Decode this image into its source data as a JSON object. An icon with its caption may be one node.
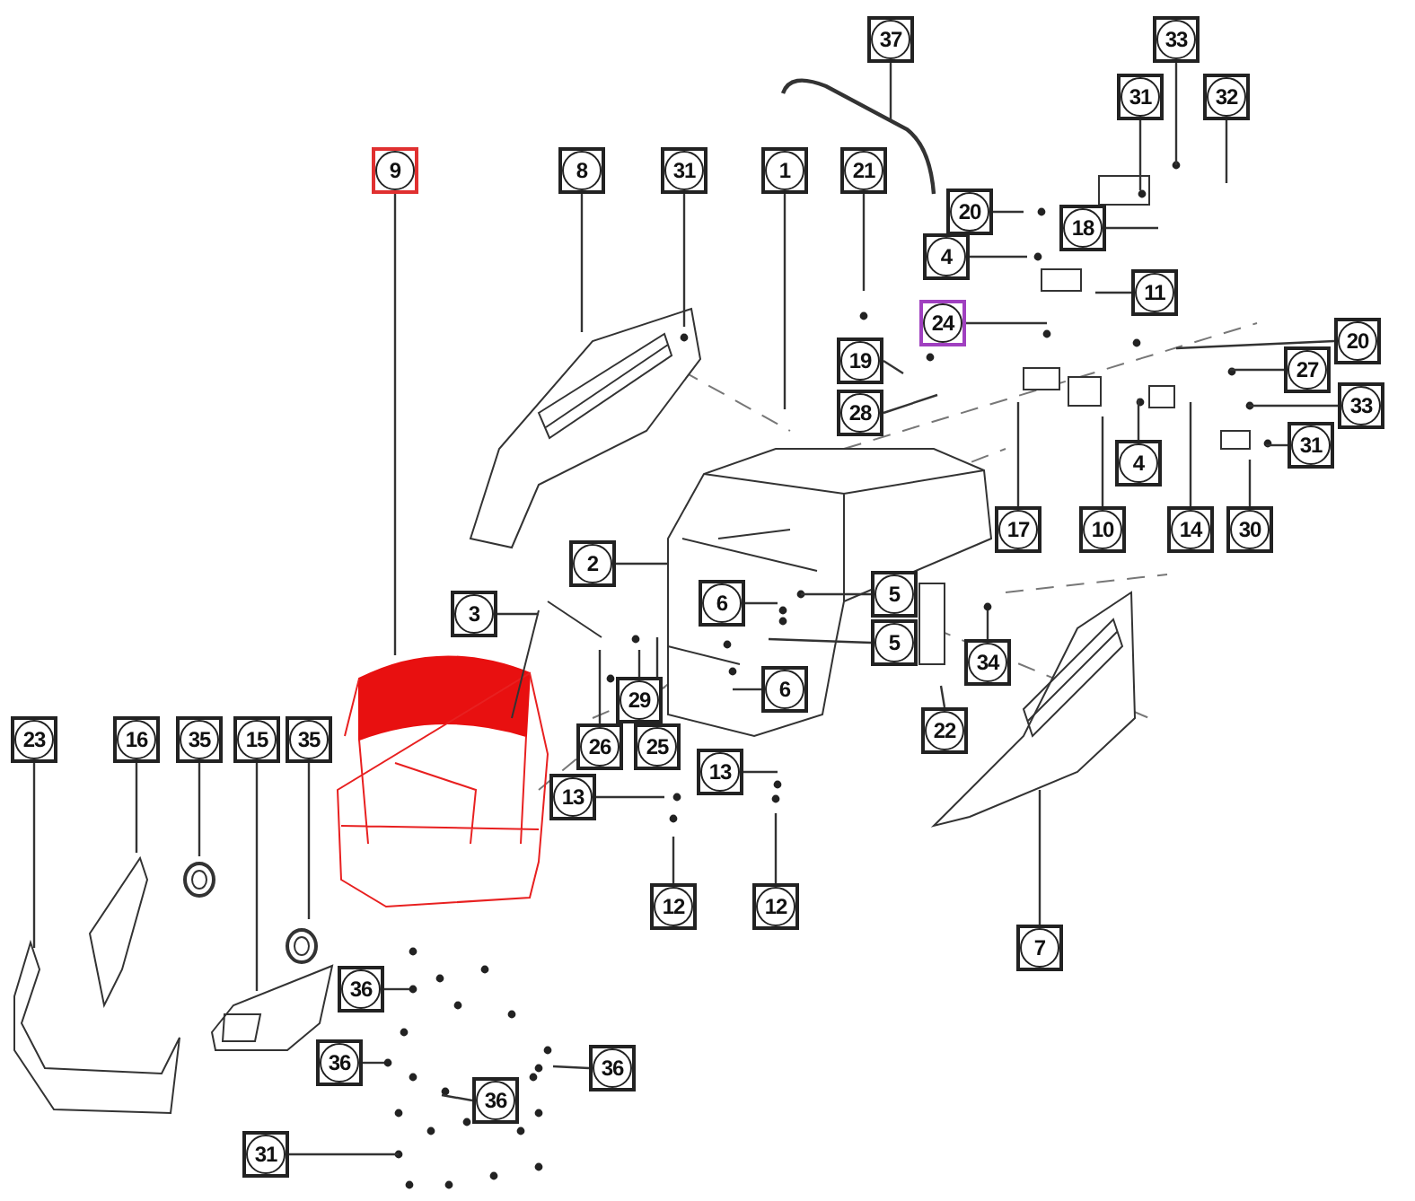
{
  "diagram": {
    "nodes": [
      {
        "text": [
          "37"
        ]
      },
      {
        "text": [
          "33"
        ]
      },
      {
        "text": [
          "31"
        ]
      },
      {
        "text": [
          "32"
        ]
      },
      {
        "text": [
          "9"
        ]
      },
      {
        "text": [
          "8"
        ]
      },
      {
        "text": [
          "31"
        ]
      },
      {
        "text": [
          "1"
        ]
      },
      {
        "text": [
          "21"
        ]
      },
      {
        "text": [
          "20"
        ]
      },
      {
        "text": [
          "18"
        ]
      },
      {
        "text": [
          "4"
        ]
      },
      {
        "text": [
          "11"
        ]
      },
      {
        "text": [
          "24"
        ]
      },
      {
        "text": [
          "20"
        ]
      },
      {
        "text": [
          "19"
        ]
      },
      {
        "text": [
          "27"
        ]
      },
      {
        "text": [
          "33"
        ]
      },
      {
        "text": [
          "28"
        ]
      },
      {
        "text": [
          "31"
        ]
      },
      {
        "text": [
          "4"
        ]
      },
      {
        "text": [
          "17"
        ]
      },
      {
        "text": [
          "10"
        ]
      },
      {
        "text": [
          "14"
        ]
      },
      {
        "text": [
          "30"
        ]
      },
      {
        "text": [
          "2"
        ]
      },
      {
        "text": [
          "5"
        ]
      },
      {
        "text": [
          "3"
        ]
      },
      {
        "text": [
          "6"
        ]
      },
      {
        "text": [
          "5"
        ]
      },
      {
        "text": [
          "34"
        ]
      },
      {
        "text": [
          "6"
        ]
      },
      {
        "text": [
          "29"
        ]
      },
      {
        "text": [
          "22"
        ]
      },
      {
        "text": [
          "23"
        ]
      },
      {
        "text": [
          "16"
        ]
      },
      {
        "text": [
          "35"
        ]
      },
      {
        "text": [
          "15"
        ]
      },
      {
        "text": [
          "35"
        ]
      },
      {
        "text": [
          "26"
        ]
      },
      {
        "text": [
          "25"
        ]
      },
      {
        "text": [
          "13"
        ]
      },
      {
        "text": [
          "13"
        ]
      },
      {
        "text": [
          "12"
        ]
      },
      {
        "text": [
          "12"
        ]
      },
      {
        "text": [
          "7"
        ]
      },
      {
        "text": [
          "36"
        ]
      },
      {
        "text": [
          "36"
        ]
      },
      {
        "text": [
          "36"
        ]
      },
      {
        "text": [
          "36"
        ]
      },
      {
        "text": [
          "31"
        ]
      }
    ],
    "edges": [
      {
        "from": 0,
        "to": null,
        "arrow": "none"
      },
      {
        "from": 1,
        "to": null,
        "arrow": "none"
      },
      {
        "from": 2,
        "to": null,
        "arrow": "none"
      },
      {
        "from": 3,
        "to": null,
        "arrow": "none"
      },
      {
        "from": 4,
        "to": null,
        "arrow": "none"
      },
      {
        "from": 5,
        "to": null,
        "arrow": "none"
      },
      {
        "from": 6,
        "to": null,
        "arrow": "none"
      },
      {
        "from": 7,
        "to": null,
        "arrow": "none"
      },
      {
        "from": 8,
        "to": null,
        "arrow": "none"
      },
      {
        "from": 9,
        "to": null,
        "arrow": "none"
      },
      {
        "from": 10,
        "to": null,
        "arrow": "none"
      },
      {
        "from": 11,
        "to": null,
        "arrow": "none"
      },
      {
        "from": 12,
        "to": null,
        "arrow": "none"
      },
      {
        "from": 13,
        "to": null,
        "arrow": "none"
      },
      {
        "from": 14,
        "to": null,
        "arrow": "none"
      },
      {
        "from": 15,
        "to": null,
        "arrow": "none"
      },
      {
        "from": 16,
        "to": null,
        "arrow": "none"
      },
      {
        "from": 17,
        "to": null,
        "arrow": "none"
      },
      {
        "from": 18,
        "to": null,
        "arrow": "none"
      },
      {
        "from": 19,
        "to": null,
        "arrow": "none"
      },
      {
        "from": 20,
        "to": null,
        "arrow": "none"
      },
      {
        "from": 21,
        "to": null,
        "arrow": "none"
      },
      {
        "from": 22,
        "to": null,
        "arrow": "none"
      },
      {
        "from": 23,
        "to": null,
        "arrow": "none"
      },
      {
        "from": 24,
        "to": null,
        "arrow": "none"
      },
      {
        "from": 25,
        "to": null,
        "arrow": "none"
      },
      {
        "from": 26,
        "to": null,
        "arrow": "none"
      },
      {
        "from": 27,
        "to": null,
        "arrow": "none"
      },
      {
        "from": 28,
        "to": null,
        "arrow": "none"
      },
      {
        "from": 29,
        "to": null,
        "arrow": "none"
      },
      {
        "from": 30,
        "to": null,
        "arrow": "none"
      },
      {
        "from": 31,
        "to": null,
        "arrow": "none"
      },
      {
        "from": 32,
        "to": null,
        "arrow": "none"
      },
      {
        "from": 33,
        "to": null,
        "arrow": "none"
      },
      {
        "from": 34,
        "to": null,
        "arrow": "none"
      },
      {
        "from": 35,
        "to": null,
        "arrow": "none"
      },
      {
        "from": 36,
        "to": null,
        "arrow": "none"
      },
      {
        "from": 37,
        "to": null,
        "arrow": "none"
      },
      {
        "from": 38,
        "to": null,
        "arrow": "none"
      },
      {
        "from": 39,
        "to": null,
        "arrow": "none"
      },
      {
        "from": 40,
        "to": null,
        "arrow": "none"
      },
      {
        "from": 41,
        "to": null,
        "arrow": "none"
      },
      {
        "from": 42,
        "to": null,
        "arrow": "none"
      },
      {
        "from": 43,
        "to": null,
        "arrow": "none"
      },
      {
        "from": 44,
        "to": null,
        "arrow": "none"
      },
      {
        "from": 45,
        "to": null,
        "arrow": "none"
      },
      {
        "from": 46,
        "to": null,
        "arrow": "none"
      },
      {
        "from": 47,
        "to": null,
        "arrow": "none"
      },
      {
        "from": 48,
        "to": null,
        "arrow": "none"
      },
      {
        "from": 49,
        "to": null,
        "arrow": "none"
      },
      {
        "from": 50,
        "to": null,
        "arrow": "none"
      }
    ]
  }
}
